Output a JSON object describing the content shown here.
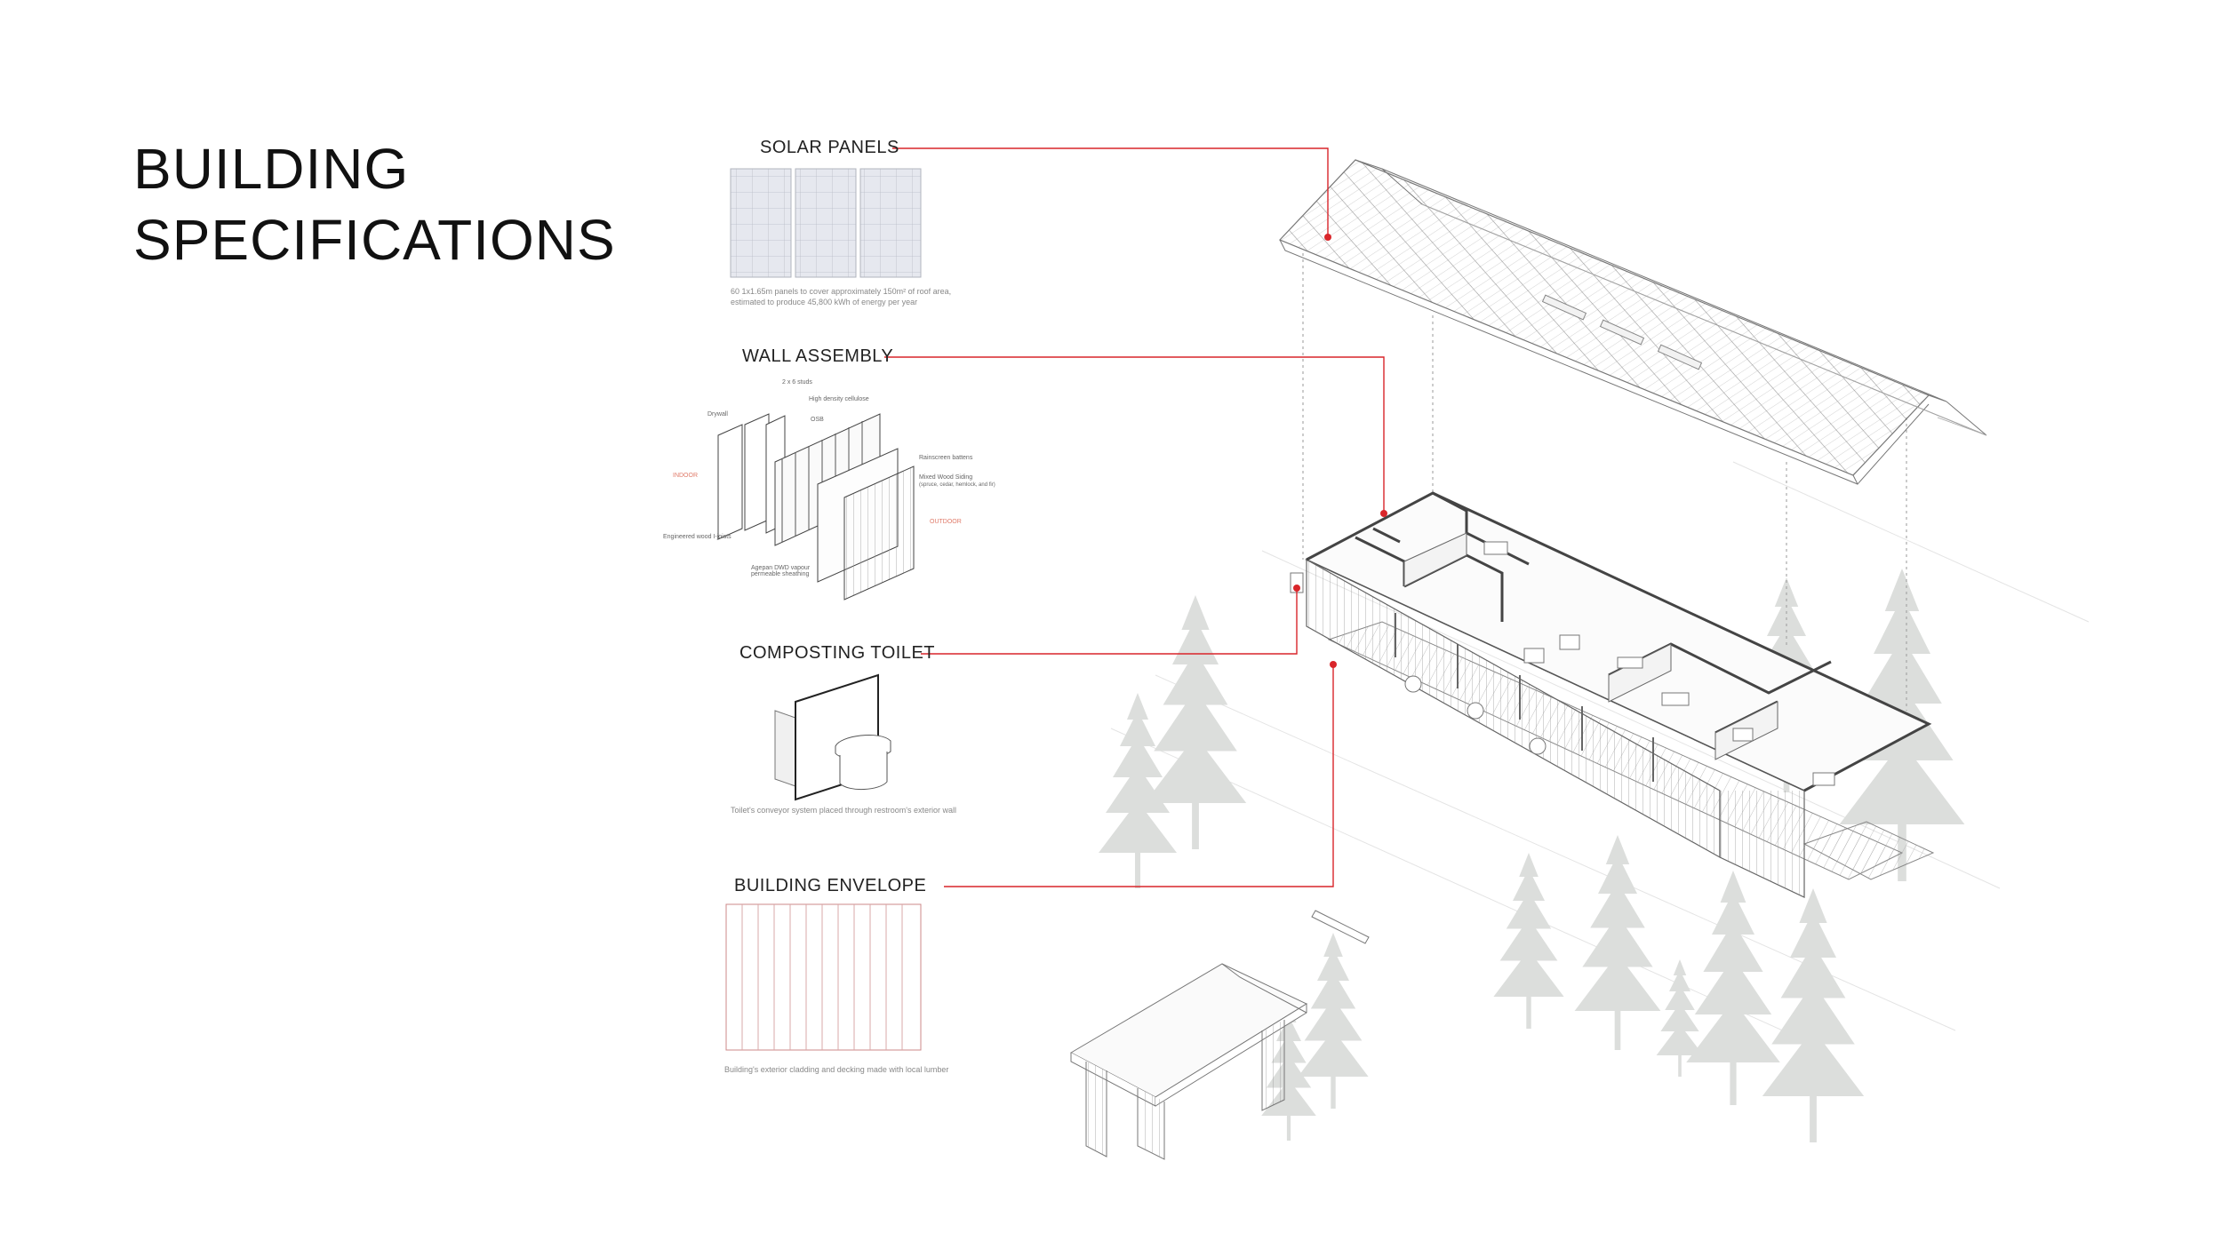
{
  "title": {
    "line1": "BUILDING",
    "line2": "SPECIFICATIONS"
  },
  "solar_panels": {
    "label": "SOLAR PANELS",
    "caption_line1": "60 1x1.65m panels to cover approximately 150m² of roof area,",
    "caption_line2": "estimated to produce 45,800 kWh of energy per year"
  },
  "wall_assembly": {
    "label": "WALL ASSEMBLY",
    "callouts": {
      "studs": "2 x 6 studs",
      "insulation": "High density cellulose",
      "drywall": "Drywall",
      "osb": "OSB",
      "indoor": "INDOOR",
      "battens": "Rainscreen battens",
      "siding": "Mixed Wood Siding",
      "siding_note": "(spruce, cedar, hemlock, and fir)",
      "outdoor": "OUTDOOR",
      "joists": "Engineered wood I-joists",
      "sheathing_line1": "Agepan DWD vapour",
      "sheathing_line2": "permeable sheathing"
    }
  },
  "composting_toilet": {
    "label": "COMPOSTING TOILET",
    "caption": "Toilet's conveyor system placed through restroom's exterior wall"
  },
  "building_envelope": {
    "label": "BUILDING ENVELOPE",
    "caption": "Building's exterior cladding and decking made with local lumber"
  },
  "colors": {
    "accent": "#d9252a",
    "line": "#8a8a8a",
    "tree": "#d9dbd9"
  }
}
